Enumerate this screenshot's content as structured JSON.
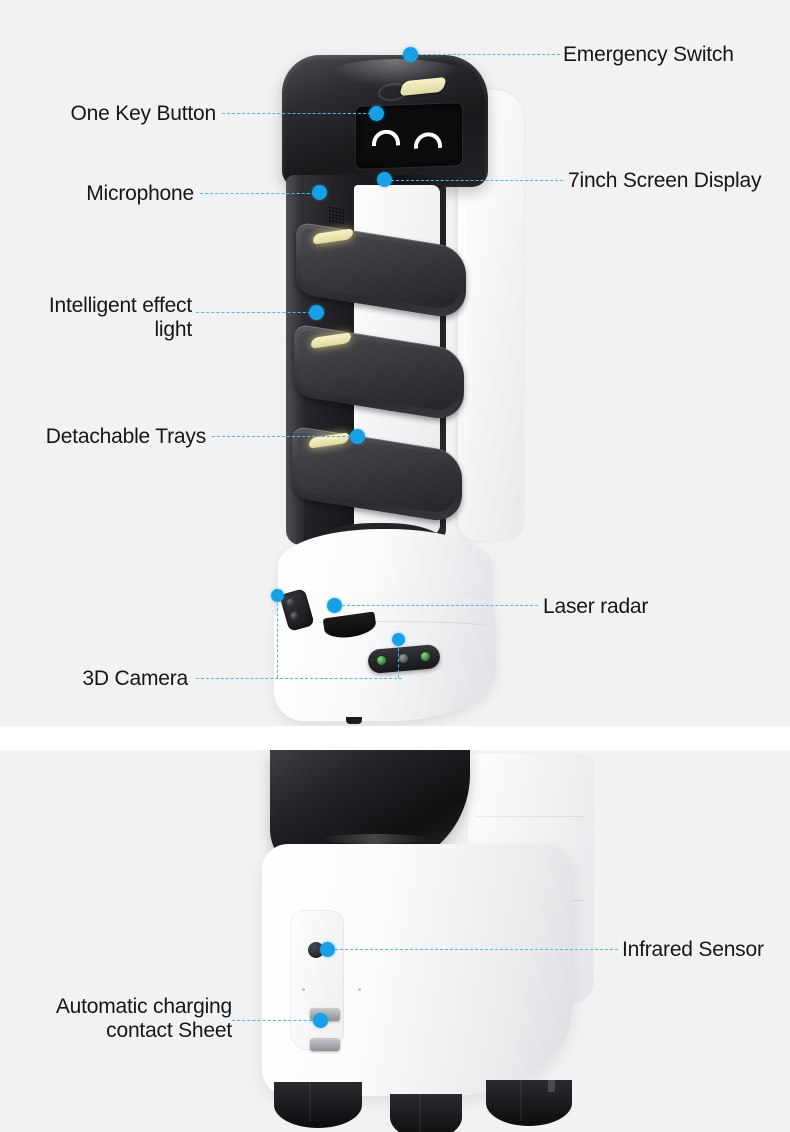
{
  "background": {
    "panel_color": "#f2f2f2",
    "divider_color": "#ffffff",
    "accent_color": "#18a0e6",
    "leader_color": "#55b4ea"
  },
  "top_view": {
    "view_name": "front-three-quarter-view",
    "callouts": [
      {
        "id": "emergency-switch",
        "label": "Emergency Switch"
      },
      {
        "id": "one-key-button",
        "label": "One Key Button"
      },
      {
        "id": "seven-inch-screen",
        "label": "7inch Screen Display"
      },
      {
        "id": "microphone",
        "label": "Microphone"
      },
      {
        "id": "intelligent-light-1",
        "label": "Intelligent effect"
      },
      {
        "id": "intelligent-light-2",
        "label": "light"
      },
      {
        "id": "detachable-trays",
        "label": "Detachable Trays"
      },
      {
        "id": "laser-radar",
        "label": "Laser radar"
      },
      {
        "id": "three-d-camera",
        "label": "3D Camera"
      }
    ]
  },
  "bottom_view": {
    "view_name": "rear-view",
    "callouts": [
      {
        "id": "infrared-sensor",
        "label": "Infrared Sensor"
      },
      {
        "id": "auto-charging-1",
        "label": "Automatic charging"
      },
      {
        "id": "auto-charging-2",
        "label": "contact Sheet"
      }
    ]
  }
}
